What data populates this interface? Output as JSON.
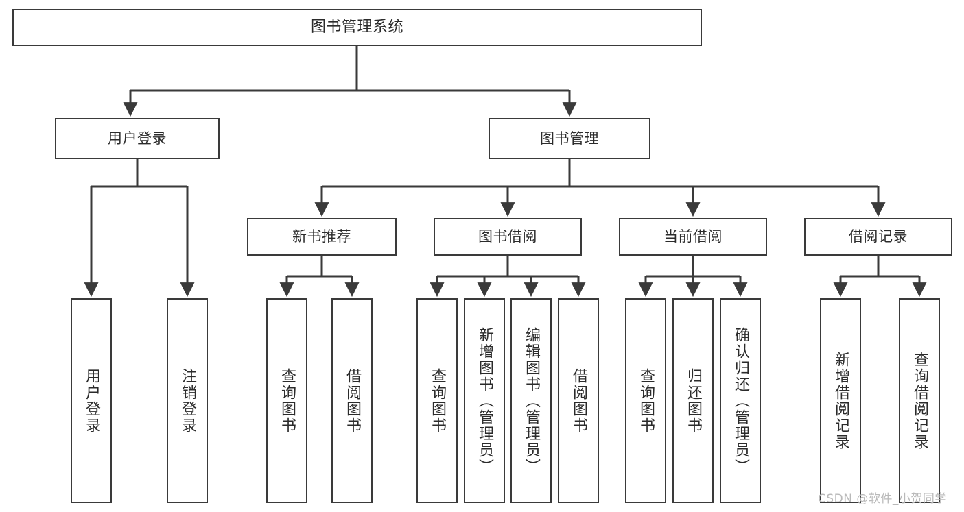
{
  "diagram": {
    "title": "图书管理系统",
    "type": "tree",
    "orientation": "top-down",
    "colors": {
      "background": "#ffffff",
      "node_border": "#3a3a3a",
      "node_fill": "#ffffff",
      "edge": "#3a3a3a",
      "text": "#2b2b2b",
      "watermark": "#b9b9b9"
    }
  },
  "nodes": {
    "root": {
      "label": "图书管理系统"
    },
    "level2": [
      {
        "id": "user-login",
        "label": "用户登录"
      },
      {
        "id": "book-manage",
        "label": "图书管理"
      }
    ],
    "level3": [
      {
        "id": "new-book-rec",
        "label": "新书推荐"
      },
      {
        "id": "book-borrow",
        "label": "图书借阅"
      },
      {
        "id": "current-borrow",
        "label": "当前借阅"
      },
      {
        "id": "borrow-record",
        "label": "借阅记录"
      }
    ],
    "leaves": [
      {
        "id": "leaf-user-login",
        "label": "用户登录"
      },
      {
        "id": "leaf-logout",
        "label": "注销登录"
      },
      {
        "id": "leaf-query-book-1",
        "label": "查询图书"
      },
      {
        "id": "leaf-borrow-book-1",
        "label": "借阅图书"
      },
      {
        "id": "leaf-query-book-2",
        "label": "查询图书"
      },
      {
        "id": "leaf-add-book",
        "label": "新增图书（管理员）"
      },
      {
        "id": "leaf-edit-book",
        "label": "编辑图书（管理员）"
      },
      {
        "id": "leaf-borrow-book-2",
        "label": "借阅图书"
      },
      {
        "id": "leaf-query-book-3",
        "label": "查询图书"
      },
      {
        "id": "leaf-return-book",
        "label": "归还图书"
      },
      {
        "id": "leaf-confirm-return",
        "label": "确认归还（管理员）"
      },
      {
        "id": "leaf-add-record",
        "label": "新增借阅记录"
      },
      {
        "id": "leaf-query-record",
        "label": "查询借阅记录"
      }
    ]
  },
  "watermark": {
    "text": "CSDN @软件_小贺同学"
  }
}
